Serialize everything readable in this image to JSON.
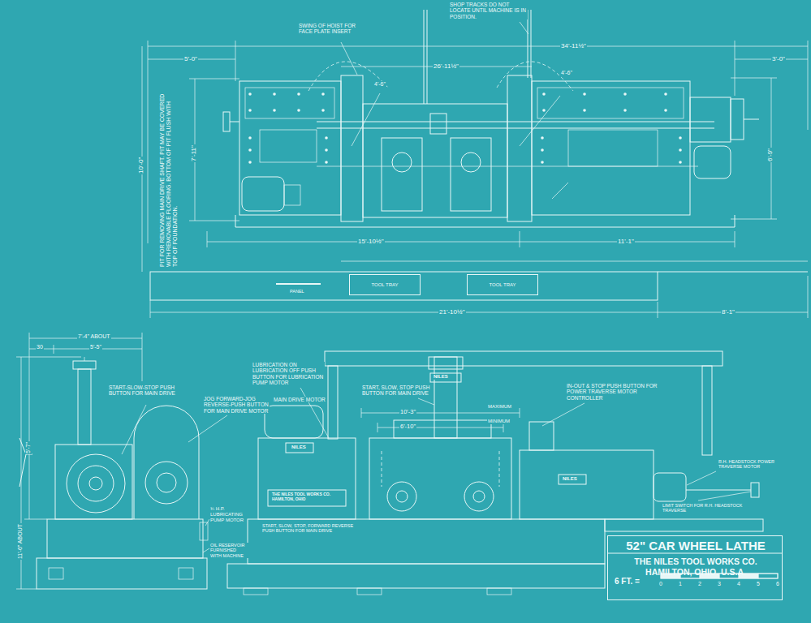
{
  "diagram": {
    "nodes": [
      {
        "text": [
          "TOOL TRAY"
        ]
      },
      {
        "text": [
          "TOOL TRAY"
        ]
      },
      {
        "text": [
          "52\" CAR WHEEL LATHE",
          "THE NILES TOOL WORKS CO.",
          "HAMILTON, OHIO. U.S.A.",
          "6 FT. ="
        ]
      }
    ],
    "labels": [
      "SHOP TRACKS DO NOT LOCATE UNTIL MACHINE IS IN POSITION.",
      "SWING OF HOIST FOR FACE PLATE INSERT",
      "34'-11½\"",
      "26'-11½\"",
      "5'-0\"",
      "3'-0\"",
      "4'-6\"",
      "4'-6\"",
      "10'-0\"",
      "7'-11\"",
      "6'-9\"",
      "PIT FOR REMOVING MAIN DRIVE SHAFT. PIT MAY BE COVERED WITH REMOVABLE FLOORING. BOTTOM OF PIT FLUSH WITH TOP OF FOUNDATION.",
      "15'-10½\"",
      "11'-1\"",
      "PANEL",
      "21'-10½\"",
      "8'-1\"",
      "7'-4\" ABOUT",
      "30",
      "5'-5\"",
      "5'-7\"",
      "11'-6\" ABOUT",
      "START-SLOW-STOP PUSH BUTTON FOR MAIN DRIVE",
      "JOG FORWARD-JOG REVERSE-PUSH BUTTON FOR MAIN DRIVE MOTOR",
      "¾ H.P. LUBRICATING PUMP MOTOR",
      "OIL RESERVOIR FURNISHED WITH MACHINE",
      "LUBRICATION ON LUBRICATION OFF PUSH BUTTON FOR LUBRICATION PUMP MOTOR",
      "MAIN DRIVE MOTOR",
      "START, SLOW, STOP PUSH BUTTON FOR MAIN DRIVE",
      "IN-OUT & STOP PUSH BUTTON FOR POWER TRAVERSE MOTOR CONTROLLER",
      "MAXIMUM",
      "10'-3\"",
      "6'-10\"",
      "MINIMUM",
      "NILES",
      "NILES",
      "NILES",
      "THE NILES TOOL WORKS CO. HAMILTON, OHIO",
      "START, SLOW, STOP, FORWARD REVERSE PUSH BUTTON FOR MAIN DRIVE",
      "R.H. HEADSTOCK POWER TRAVERSE MOTOR",
      "LIMIT SWITCH FOR R.H. HEADSTOCK TRAVERSE",
      "0",
      "1",
      "2",
      "3",
      "4",
      "5",
      "6"
    ]
  }
}
